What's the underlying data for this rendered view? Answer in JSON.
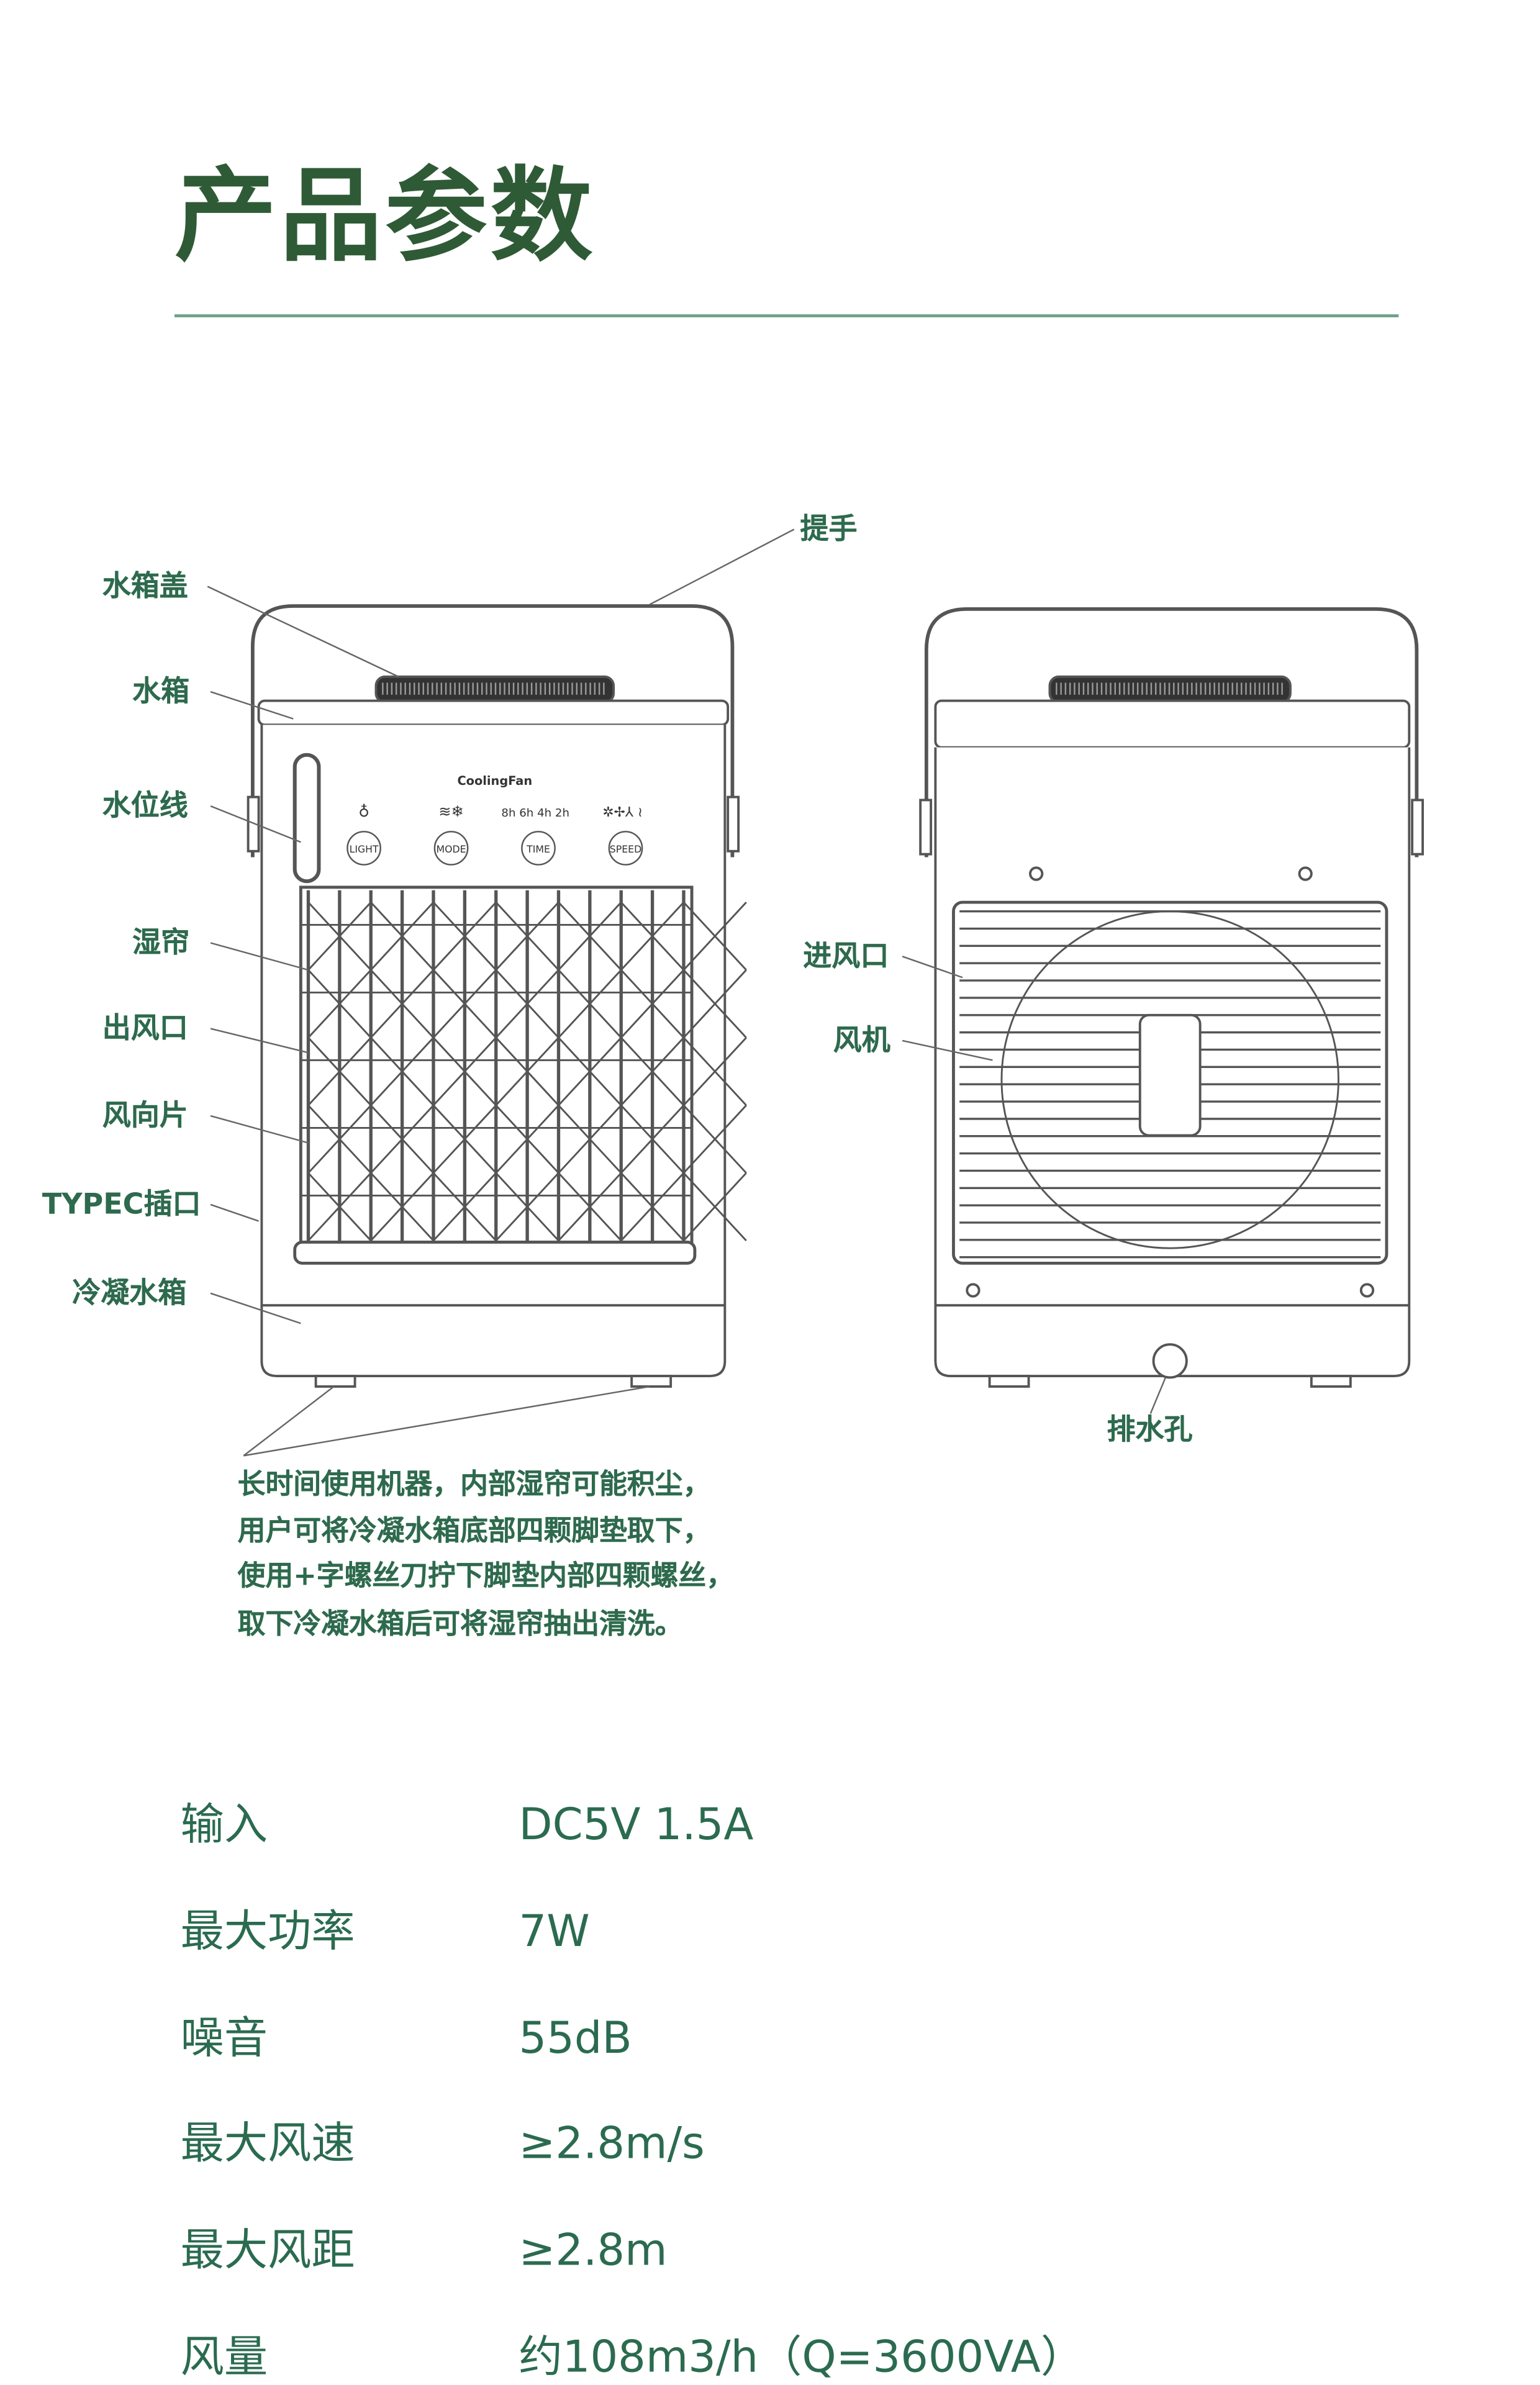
{
  "header": {
    "title": "产品参数"
  },
  "diagram": {
    "front_labels": [
      "水箱盖",
      "水箱",
      "水位线",
      "湿帘",
      "出风口",
      "风向片",
      "TYPEC插口",
      "冷凝水箱"
    ],
    "handle_label": "提手",
    "back_labels": [
      "进风口",
      "风机"
    ],
    "drain_label": "排水孔",
    "panel": {
      "brand": "CoolingFan",
      "timer": "8h 6h 4h 2h",
      "buttons": [
        "LIGHT",
        "MODE",
        "TIME",
        "SPEED"
      ]
    },
    "note_lines": [
      "长时间使用机器，内部湿帘可能积尘，",
      "用户可将冷凝水箱底部四颗脚垫取下，",
      "使用+字螺丝刀拧下脚垫内部四颗螺丝，",
      "取下冷凝水箱后可将湿帘抽出清洗。"
    ]
  },
  "specs": [
    {
      "key": "输入",
      "value": "DC5V 1.5A"
    },
    {
      "key": "最大功率",
      "value": "7W"
    },
    {
      "key": "噪音",
      "value": "55dB"
    },
    {
      "key": "最大风速",
      "value": "≥2.8m/s"
    },
    {
      "key": "最大风距",
      "value": "≥2.8m"
    },
    {
      "key": "风量",
      "value": "约108m3/h（Q=3600VA）"
    }
  ]
}
